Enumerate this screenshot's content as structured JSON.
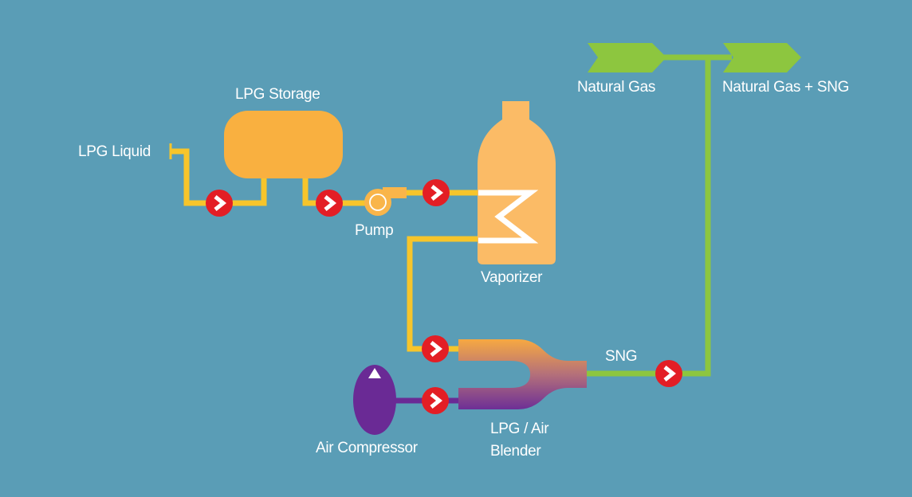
{
  "diagram": {
    "title": "LPG to SNG process flow",
    "labels": {
      "lpg_liquid": "LPG Liquid",
      "lpg_storage": "LPG Storage",
      "pump": "Pump",
      "vaporizer": "Vaporizer",
      "air_compressor": "Air Compressor",
      "blender_line1": "LPG / Air",
      "blender_line2": "Blender",
      "sng": "SNG",
      "natural_gas": "Natural Gas",
      "natural_gas_sng": "Natural Gas + SNG"
    },
    "colors": {
      "background": "#5a9db6",
      "lpg_pipe": "#f7c52b",
      "equipment": "#f9b54a",
      "vaporizer": "#fbbb66",
      "air": "#6a2a95",
      "gas_pipe": "#8dc63f",
      "valve": "#e31e25"
    },
    "flow_icons": [
      "valve-chevron",
      "valve-chevron",
      "valve-chevron",
      "valve-chevron",
      "valve-chevron",
      "valve-chevron"
    ]
  }
}
